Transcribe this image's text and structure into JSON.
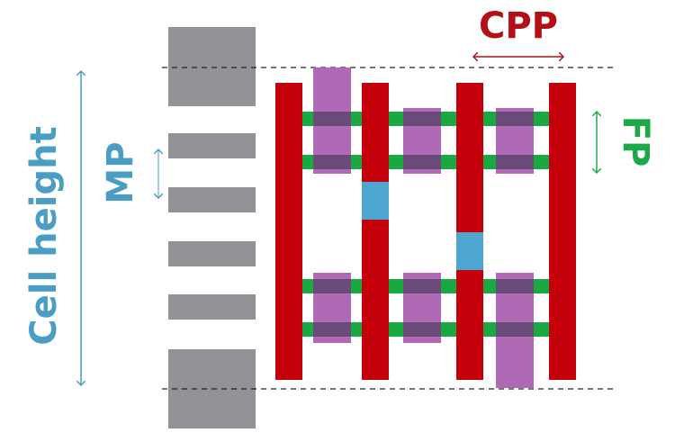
{
  "labels": {
    "cell_height": "Cell height",
    "mp": "MP",
    "cpp": "CPP",
    "fp": "FP"
  },
  "colors": {
    "gate": "#c4000b",
    "fin": "#1aa842",
    "contact": "#b06ab5",
    "overlap": "#6a4a78",
    "via": "#4ca6cf",
    "metal": "#929396",
    "cell_height_color": "#4a9ec3",
    "cpp_color": "#b21014",
    "fp_color": "#1ea847",
    "dashed_line": "#222222"
  }
}
